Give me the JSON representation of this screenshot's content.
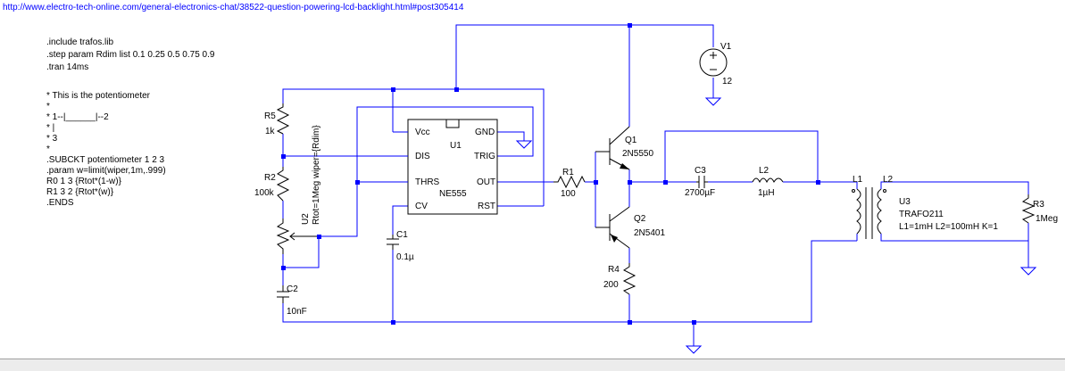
{
  "url": "http://www.electro-tech-online.com/general-electronics-chat/38522-question-powering-lcd-backlight.html#post305414",
  "directives": [
    ".include trafos.lib",
    ".step param Rdim list 0.1 0.25 0.5 0.75 0.9",
    ".tran 14ms"
  ],
  "subckt": [
    "* This is the potentiometer",
    "*",
    "*  1--|______|--2",
    "*          |",
    "*          3",
    "*",
    ".SUBCKT potentiometer 1 2 3",
    ".param w=limit(wiper,1m,.999)",
    "R0 1 3 {Rtot*(1-w)}",
    "R1 3 2 {Rtot*(w)}",
    ".ENDS"
  ],
  "parts": {
    "V1": {
      "name": "V1",
      "value": "12"
    },
    "R5": {
      "name": "R5",
      "value": "1k"
    },
    "R2": {
      "name": "R2",
      "value": "100k"
    },
    "U2": {
      "name": "U2",
      "value": "Rtot=1Meg wiper={Rdim}"
    },
    "C2": {
      "name": "C2",
      "value": "10nF"
    },
    "C1": {
      "name": "C1",
      "value": "0.1µ"
    },
    "U1": {
      "name": "U1",
      "value": "NE555",
      "pins": {
        "vcc": "Vcc",
        "gnd": "GND",
        "dis": "DIS",
        "trig": "TRIG",
        "thrs": "THRS",
        "out": "OUT",
        "cv": "CV",
        "rst": "RST"
      }
    },
    "R1": {
      "name": "R1",
      "value": "100"
    },
    "Q1": {
      "name": "Q1",
      "value": "2N5550"
    },
    "Q2": {
      "name": "Q2",
      "value": "2N5401"
    },
    "R4": {
      "name": "R4",
      "value": "200"
    },
    "C3": {
      "name": "C3",
      "value": "2700µF"
    },
    "L2": {
      "name": "L2",
      "value": "1µH"
    },
    "L1coil": {
      "name": "L1"
    },
    "L2coil": {
      "name": "L2"
    },
    "U3": {
      "name": "U3",
      "model": "TRAFO211",
      "params": "L1=1mH L2=100mH  K=1"
    },
    "R3": {
      "name": "R3",
      "value": "1Meg"
    }
  },
  "colors": {
    "wire": "#0000ff",
    "component": "#000000",
    "url": "#0000ff"
  }
}
